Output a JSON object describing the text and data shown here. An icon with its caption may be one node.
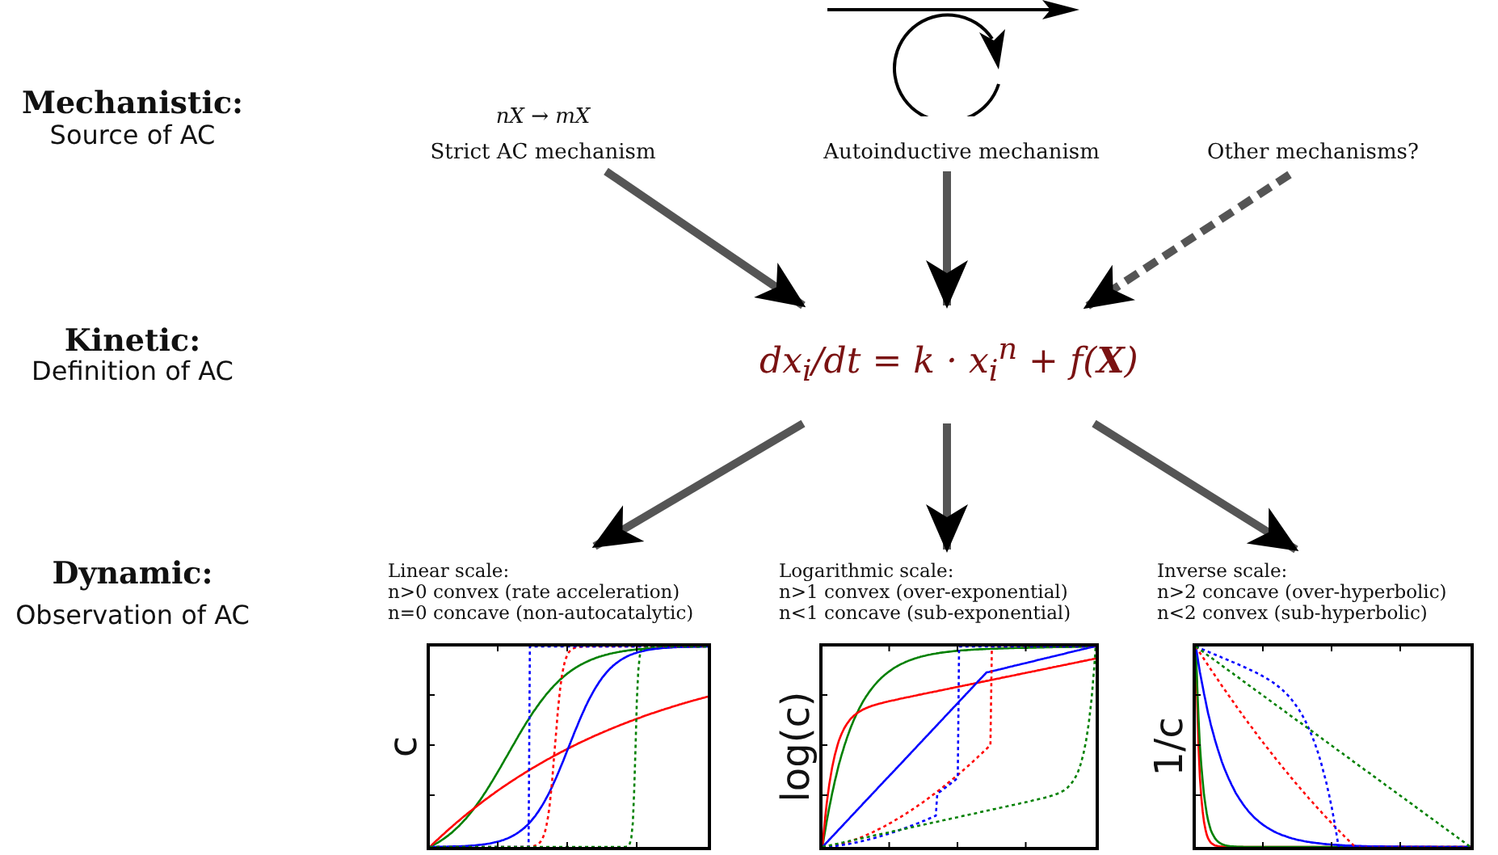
{
  "diagram": {
    "nodes": [
      {
        "text": [
          "nX → mX",
          "Strict AC mechanism"
        ]
      },
      {
        "text": [
          "Autoinductive mechanism"
        ]
      },
      {
        "text": [
          "Other mechanisms?"
        ]
      },
      {
        "text": [
          "dx$_{i}$/dt = k · x$_{i}$$^{n}$ + f(**X**)"
        ]
      },
      {
        "text": [
          "Linear scale:",
          "n>0 convex (rate acceleration)",
          "n=0 concave (non-autocatalytic)",
          "c"
        ]
      },
      {
        "text": [
          "Logarithmic scale:",
          "n>1 convex (over-exponential)",
          "n<1 concave (sub-exponential)",
          "log(c)"
        ]
      },
      {
        "text": [
          "Inverse scale:",
          "n>2 concave (over-hyperbolic)",
          "n<2 convex (sub-hyperbolic)",
          "1/c"
        ]
      }
    ],
    "edges": [
      {
        "from": 0,
        "to": 3,
        "arrow": "to"
      },
      {
        "from": 1,
        "to": 3,
        "arrow": "to"
      },
      {
        "from": 2,
        "to": 3,
        "arrow": "to",
        "style": "dashed"
      },
      {
        "from": 3,
        "to": 4,
        "arrow": "to"
      },
      {
        "from": 3,
        "to": 5,
        "arrow": "to"
      },
      {
        "from": 3,
        "to": 6,
        "arrow": "to"
      }
    ],
    "labels": [
      "Mechanistic:",
      "Source of AC",
      "Kinetic:",
      "Definition of AC",
      "Dynamic:",
      "Observation of AC"
    ]
  }
}
